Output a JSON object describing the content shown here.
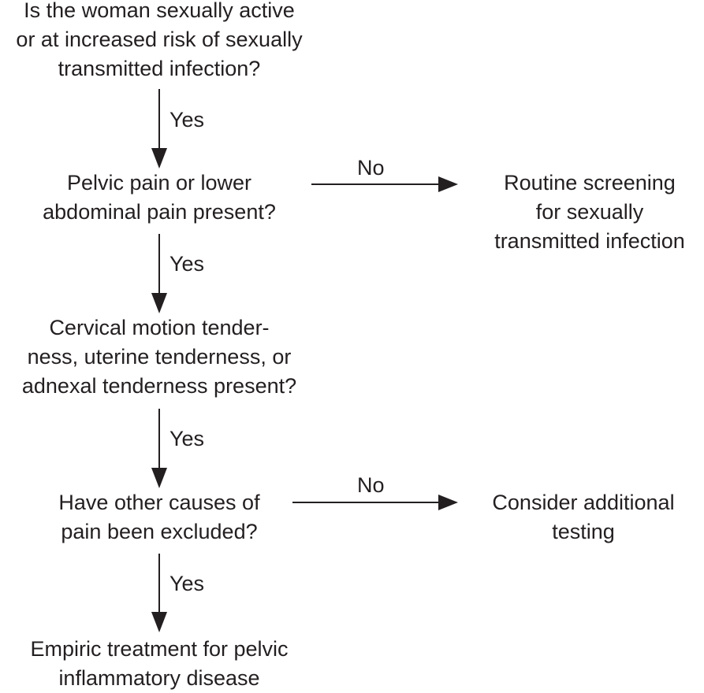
{
  "nodes": {
    "q1": {
      "lines": [
        "Is the woman sexually active",
        "or at increased risk of sexually",
        "transmitted infection?"
      ]
    },
    "q2": {
      "lines": [
        "Pelvic pain or lower",
        "abdominal pain present?"
      ]
    },
    "q3": {
      "lines": [
        "Cervical motion tender-",
        "ness, uterine tenderness, or",
        "adnexal tenderness present?"
      ]
    },
    "q4": {
      "lines": [
        "Have other causes of",
        "pain been excluded?"
      ]
    },
    "end_pid": {
      "lines": [
        "Empiric treatment for pelvic",
        "inflammatory disease"
      ]
    },
    "end_routine": {
      "lines": [
        "Routine screening",
        "for sexually",
        "transmitted infection"
      ]
    },
    "end_testing": {
      "lines": [
        "Consider additional",
        "testing"
      ]
    }
  },
  "edges": {
    "q1_q2": "Yes",
    "q2_q3": "Yes",
    "q3_q4": "Yes",
    "q4_pid": "Yes",
    "q2_routine": "No",
    "q4_testing": "No"
  },
  "colors": {
    "text": "#231f20",
    "arrow": "#231f20",
    "background": "#ffffff"
  }
}
